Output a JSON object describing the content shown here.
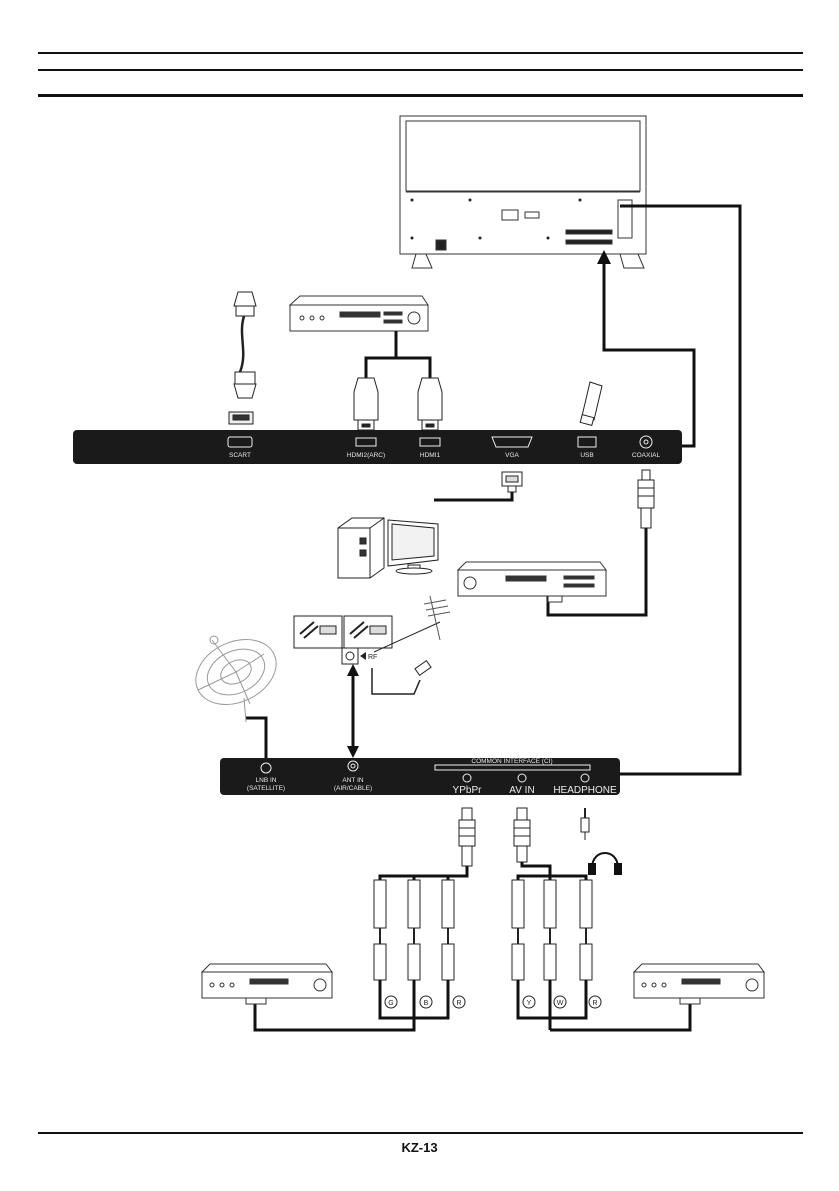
{
  "rear_panel": {
    "ports": {
      "scart": "SCART",
      "hdmi2": "HDMI2(ARC)",
      "hdmi1": "HDMI1",
      "vga": "VGA",
      "usb": "USB",
      "coaxial": "COAXIAL"
    }
  },
  "side_panel": {
    "ports": {
      "lnb_in": [
        "LNB IN",
        "(SATELLITE)"
      ],
      "ant_in": [
        "ANT IN",
        "(AIR/CABLE)"
      ],
      "common_interface": "COMMON INTERFACE (CI)",
      "ypbpr": "YPbPr",
      "av_in": "AV IN",
      "headphone": "HEADPHONE"
    }
  },
  "antenna_inset": {
    "rf": "RF"
  },
  "rca_markers": {
    "component": [
      "G",
      "B",
      "R"
    ],
    "av": [
      "Y",
      "W",
      "R"
    ]
  },
  "footer": {
    "page_number": "KZ-13"
  },
  "colors": {
    "panel": "#1a1a1a",
    "line": "#111111"
  }
}
